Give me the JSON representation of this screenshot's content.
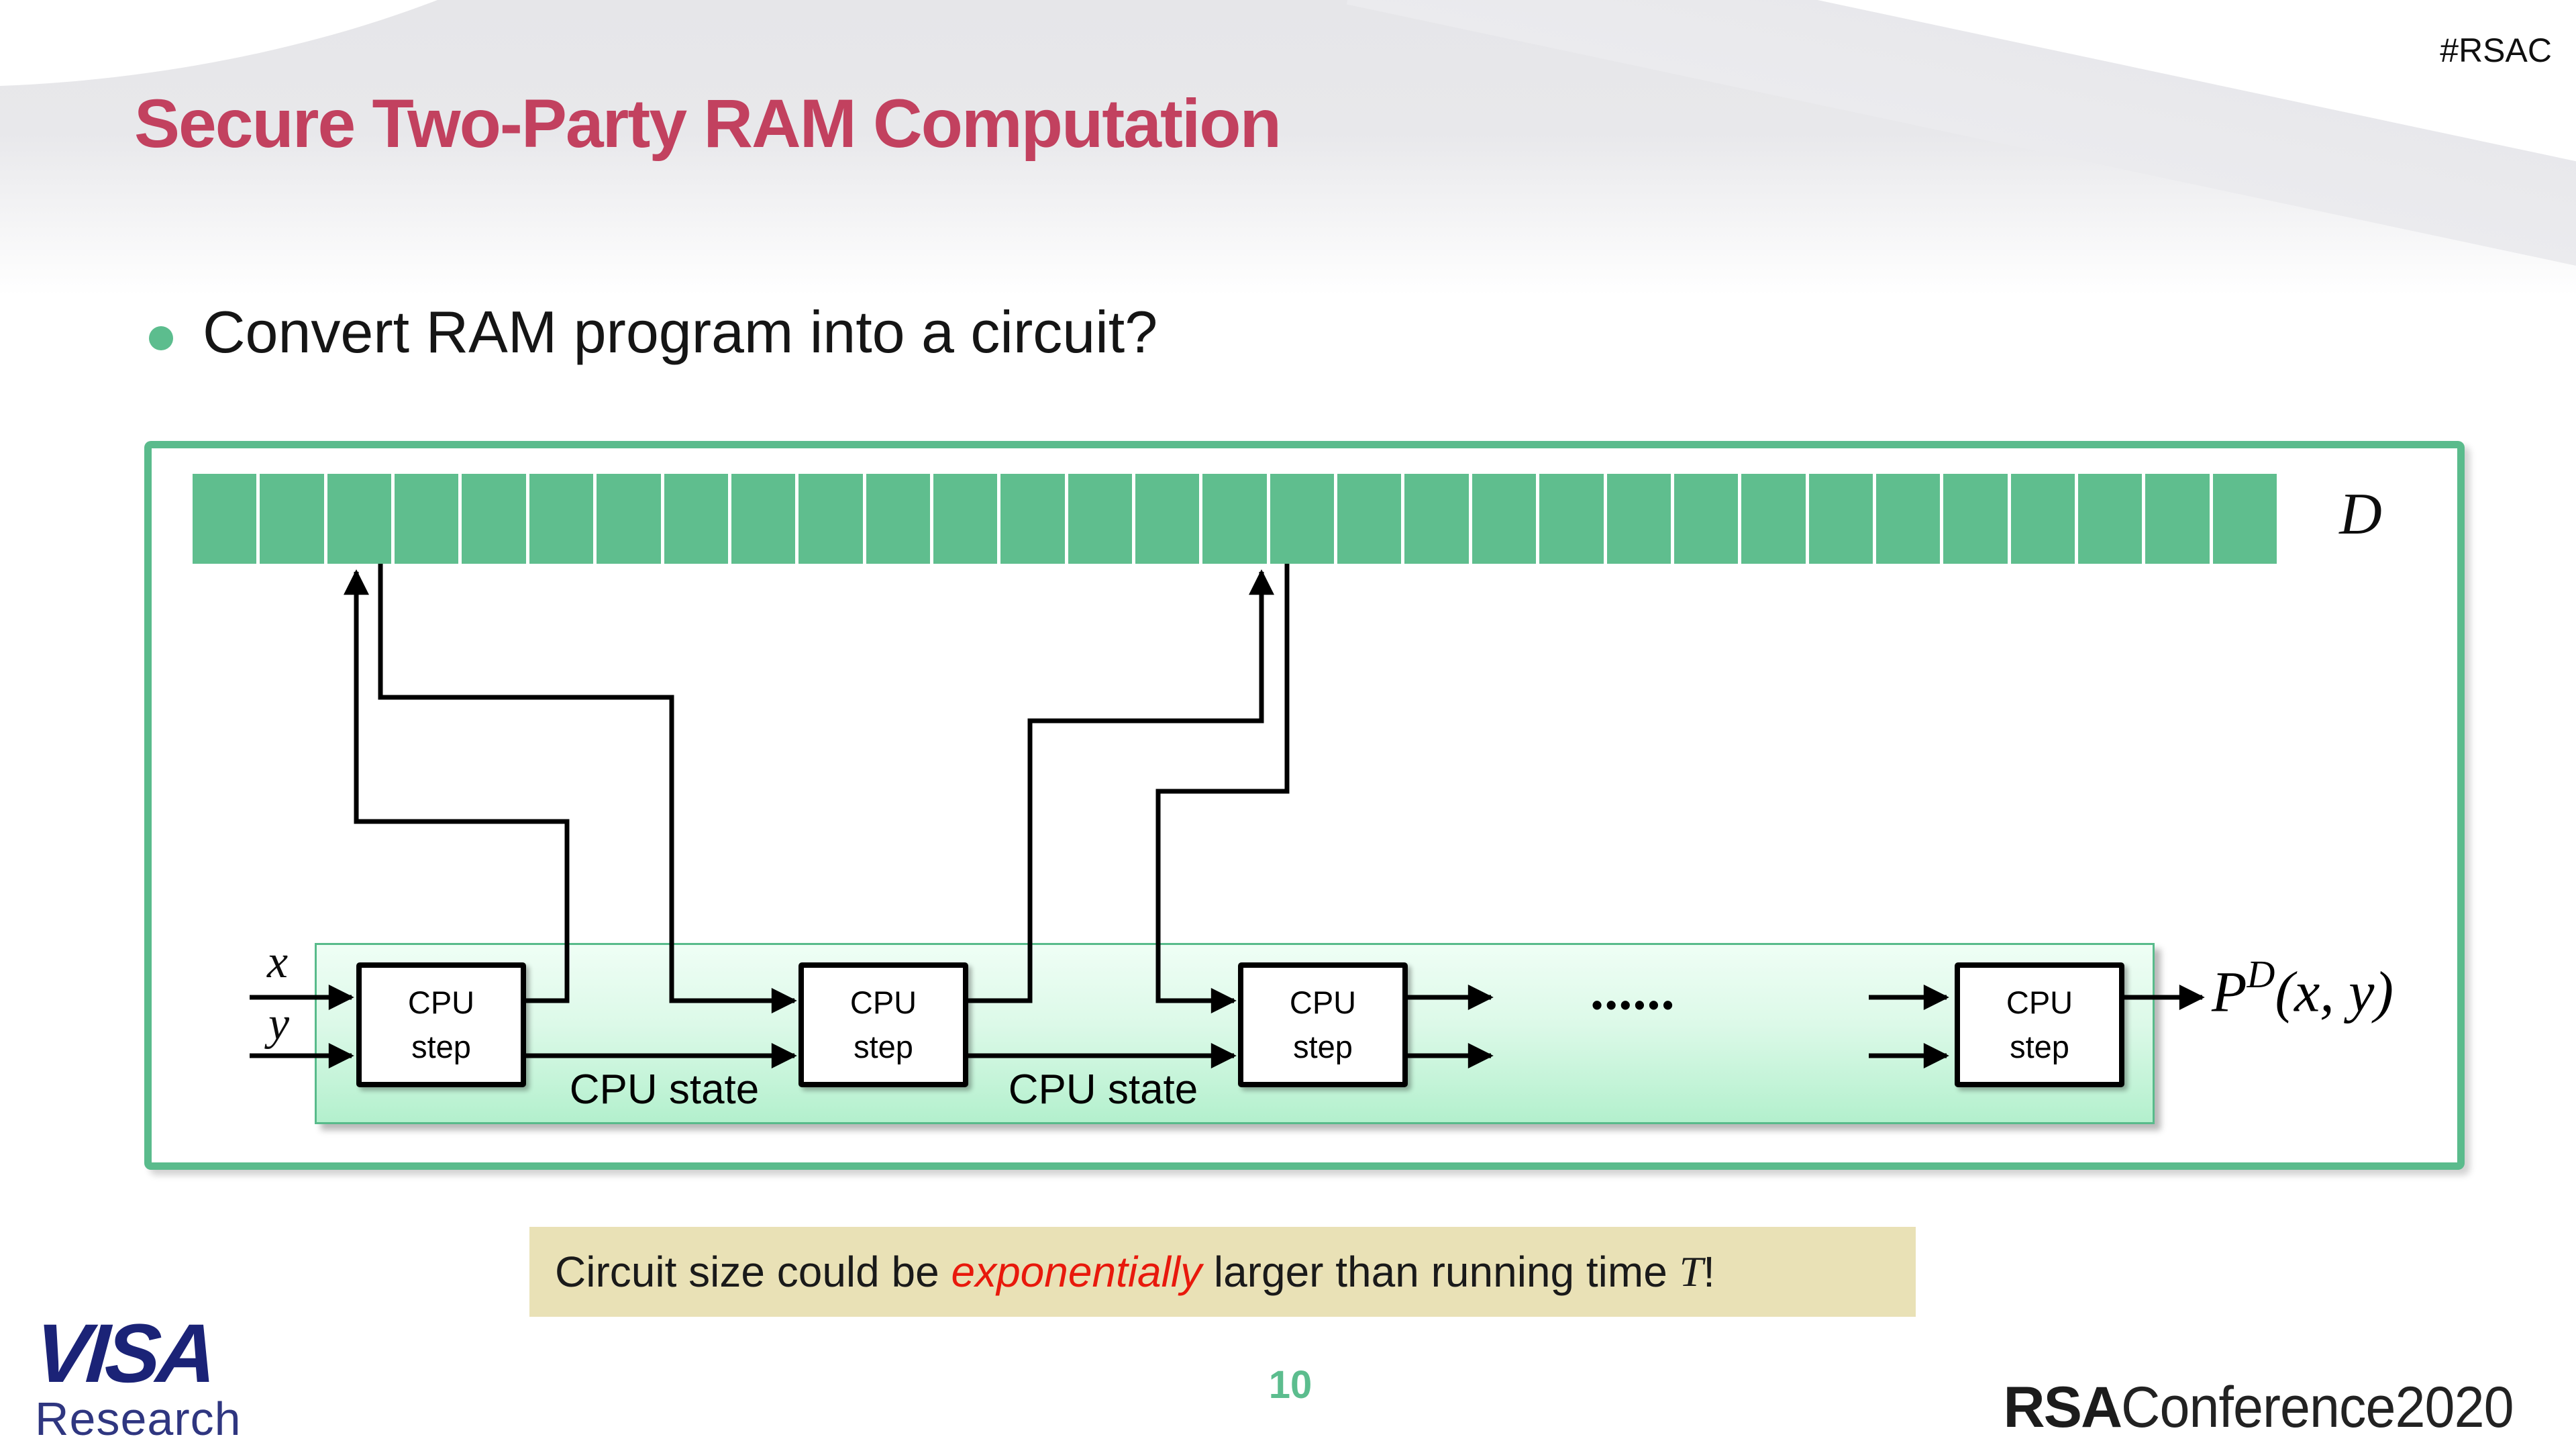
{
  "slide": {
    "hashtag": "#RSAC",
    "title": "Secure Two-Party RAM Computation",
    "bullet": {
      "text": "Convert RAM program into a circuit?"
    },
    "diagram": {
      "memory": {
        "label": "D",
        "cell_count": 31
      },
      "cpu_box": {
        "line1": "CPU",
        "line2": "step"
      },
      "inputs": {
        "x": "x",
        "y": "y"
      },
      "state_label_1": "CPU state",
      "state_label_2": "CPU state",
      "ellipsis": "••••••",
      "output": {
        "base": "P",
        "sup": "D",
        "args": "(x, y)"
      }
    },
    "callout": {
      "pre": "Circuit size could be ",
      "emphasis": "exponentially",
      "mid": " larger than running time ",
      "math": "T",
      "end": "!"
    },
    "footer": {
      "page": "10",
      "visa_top": "VISA",
      "visa_bottom": "Research",
      "rsa_bold": "RSA",
      "rsa_light": "Conference2020"
    },
    "colors": {
      "title_crimson": "#c2415f",
      "frame_green": "#5abb8c",
      "memory_cell_green": "#5fbe8e",
      "mint_panel_top": "#effef5",
      "mint_panel_bottom": "#b3f0cd",
      "callout_beige": "#e9e1b6",
      "emphasis_red": "#e8190c",
      "page_green": "#5cbd8e",
      "visa_navy": "#1b2377"
    }
  }
}
